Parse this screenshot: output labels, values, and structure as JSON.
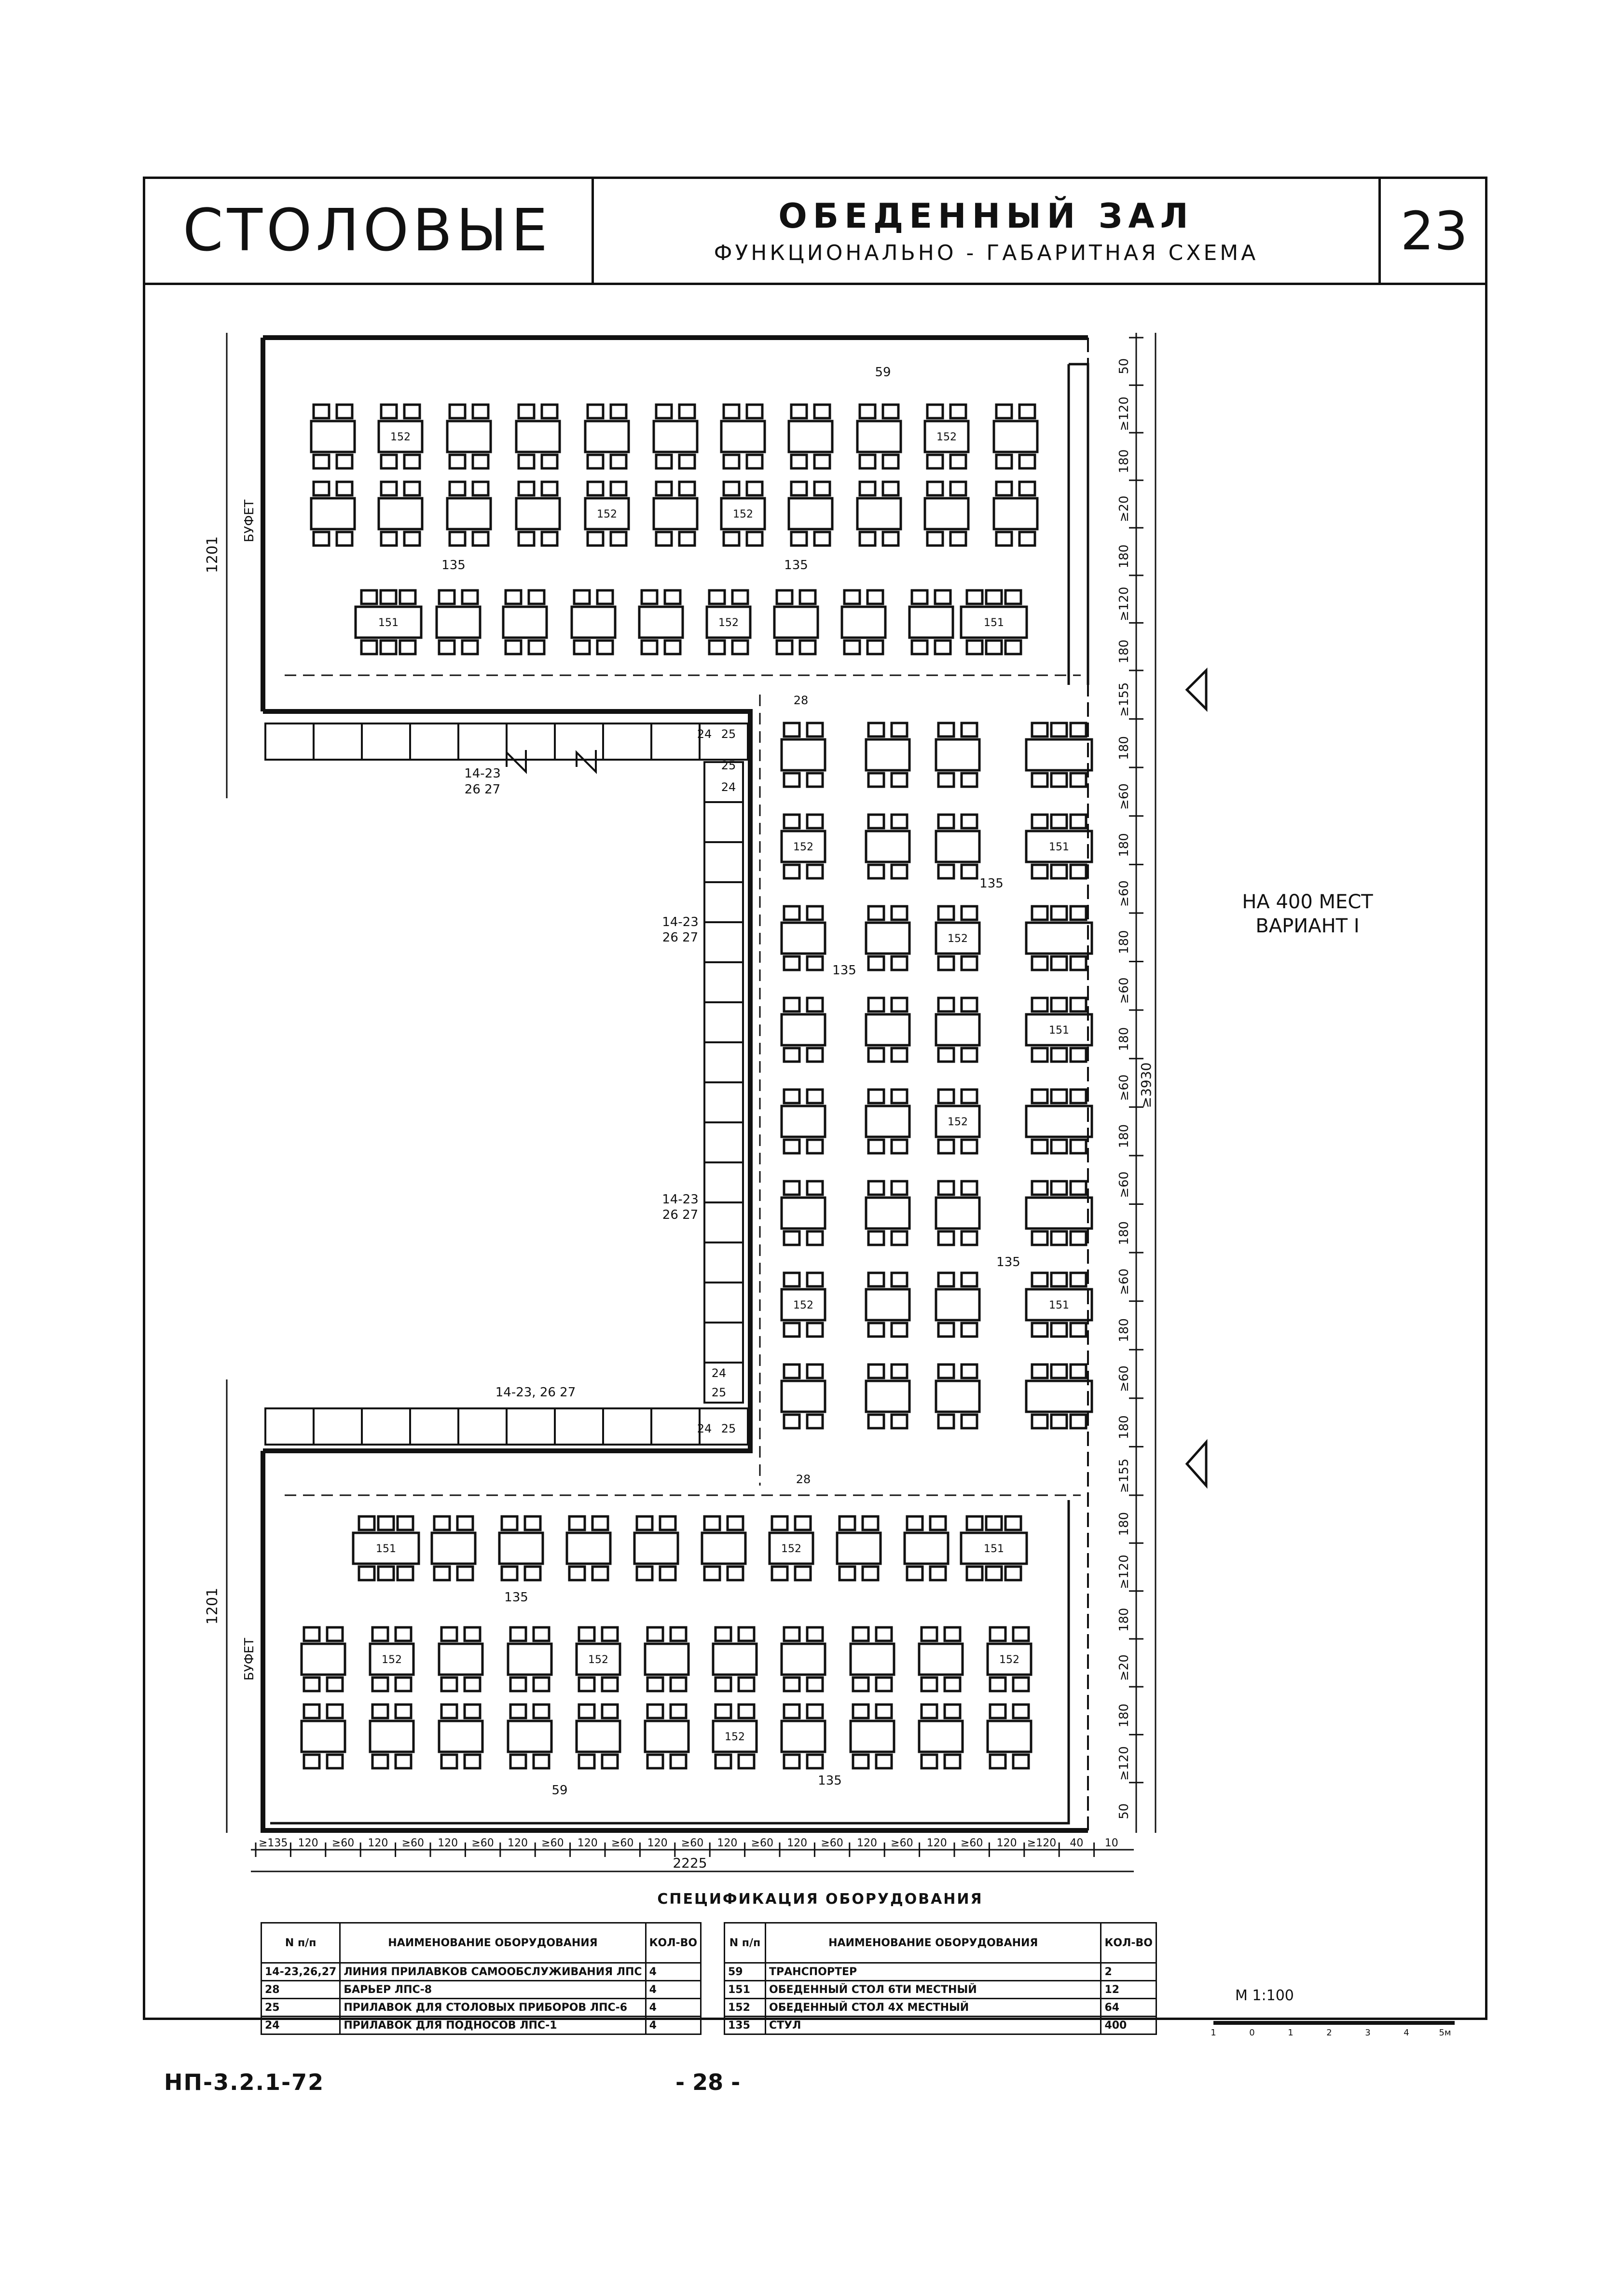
{
  "header": {
    "category": "СТОЛОВЫЕ",
    "title": "ОБЕДЕННЫЙ ЗАЛ",
    "subtitle": "ФУНКЦИОНАЛЬНО - ГАБАРИТНАЯ СХЕМА",
    "sheet": "23"
  },
  "caption": {
    "line1": "НА 400 МЕСТ",
    "line2": "ВАРИАНТ I"
  },
  "plan": {
    "buffet_label": "БУФЕТ",
    "buffet_width": "1201",
    "total_width": "2225",
    "total_height": "≥3930",
    "top_dims": [
      "50",
      "≥120",
      "180",
      "≥20",
      "180",
      "≥120",
      "180"
    ],
    "right_dims": [
      "≥155",
      "180",
      "≥60",
      "180",
      "≥60",
      "180",
      "≥60",
      "180",
      "≥60",
      "180",
      "≥60",
      "180",
      "≥60",
      "180",
      "≥60",
      "180",
      "≥155"
    ],
    "bottom_dims": [
      "180",
      "≥120",
      "180",
      "≥20",
      "180",
      "≥120",
      "50"
    ],
    "width_dims": [
      "≥135",
      "120",
      "≥60",
      "120",
      "≥60",
      "120",
      "≥60",
      "120",
      "≥60",
      "120",
      "≥60",
      "120",
      "≥60",
      "120",
      "≥60",
      "120",
      "≥60",
      "120",
      "≥60",
      "120",
      "≥60",
      "120",
      "≥120",
      "40",
      "10"
    ],
    "labels": {
      "transporter": "59",
      "table6": "151",
      "table4": "152",
      "chair": "135",
      "barrier": "28",
      "line": "14-23",
      "line_b": "26 27",
      "line_c": "14-23, 26 27",
      "cutlery": "25",
      "trays": "24"
    }
  },
  "spec": {
    "title": "СПЕЦИФИКАЦИЯ ОБОРУДОВАНИЯ",
    "headers": {
      "num": "N п/п",
      "name": "НАИМЕНОВАНИЕ ОБОРУДОВАНИЯ",
      "qty": "КОЛ-ВО"
    },
    "left_rows": [
      {
        "num": "14-23,26,27",
        "name": "ЛИНИЯ ПРИЛАВКОВ САМООБСЛУЖИВАНИЯ ЛПС",
        "qty": "4"
      },
      {
        "num": "28",
        "name": "БАРЬЕР ЛПС-8",
        "qty": "4"
      },
      {
        "num": "25",
        "name": "ПРИЛАВОК ДЛЯ СТОЛОВЫХ ПРИБОРОВ ЛПС-6",
        "qty": "4"
      },
      {
        "num": "24",
        "name": "ПРИЛАВОК ДЛЯ ПОДНОСОВ ЛПС-1",
        "qty": "4"
      }
    ],
    "right_rows": [
      {
        "num": "59",
        "name": "ТРАНСПОРТЕР",
        "qty": "2"
      },
      {
        "num": "151",
        "name": "ОБЕДЕННЫЙ СТОЛ 6ТИ МЕСТНЫЙ",
        "qty": "12"
      },
      {
        "num": "152",
        "name": "ОБЕДЕННЫЙ СТОЛ 4Х МЕСТНЫЙ",
        "qty": "64"
      },
      {
        "num": "135",
        "name": "СТУЛ",
        "qty": "400"
      }
    ]
  },
  "scale": {
    "label": "М 1:100",
    "ticks": [
      "1",
      "0",
      "1",
      "2",
      "3",
      "4",
      "5м"
    ]
  },
  "footer": {
    "code": "НП-3.2.1-72",
    "page": "- 28 -"
  }
}
